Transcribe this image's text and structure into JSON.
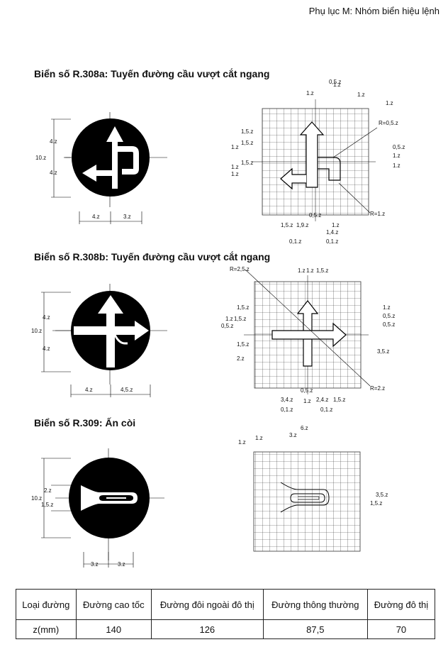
{
  "header": {
    "appendix": "Phụ lục M: Nhóm biển hiệu lệnh"
  },
  "sections": [
    {
      "title": "Biển số R.308a: Tuyến đường cầu vượt cắt ngang",
      "left_dims": {
        "total": "10.z",
        "upper": "4.z",
        "lower": "4.z",
        "bottom_left": "4.z",
        "bottom_right": "3.z"
      },
      "grid_top": [
        "1.z",
        "0,5.z",
        "1.z",
        "1.z"
      ],
      "grid_left": [
        "1,5.z",
        "1,5.z",
        "1.z",
        "1,5.z",
        "1.z",
        "1.z"
      ],
      "grid_right": [
        "1.z",
        "0,5.z",
        "1.z",
        "1.z"
      ],
      "grid_bottom": [
        "0,5.z",
        "1,5.z",
        "1,9.z",
        "1.z",
        "1,4.z",
        "0,1.z",
        "0,1.z"
      ],
      "radius_top": "R=0,5.z",
      "radius_bottom": "R=1.z"
    },
    {
      "title": "Biển số R.308b: Tuyến đường cầu vượt cắt ngang",
      "left_dims": {
        "total": "10.z",
        "upper": "4.z",
        "lower": "4.z",
        "bottom_left": "4.z",
        "bottom_right": "4,5.z"
      },
      "grid_top": [
        "1.z",
        "1.z",
        "1,5.z"
      ],
      "grid_left": [
        "1,5.z",
        "1.z",
        "1,5.z",
        "0,5.z",
        "1,5.z",
        "2.z"
      ],
      "grid_right": [
        "1.z",
        "0,5.z",
        "0,5.z",
        "3,5.z"
      ],
      "grid_bottom": [
        "0,5.z",
        "3,4.z",
        "1.z",
        "2,4.z",
        "1,5.z",
        "0,1.z",
        "0,1.z"
      ],
      "radius_top": "R=2,5.z",
      "radius_bottom": "R=2.z"
    },
    {
      "title": "Biển số R.309: Ấn còi",
      "left_dims": {
        "total": "10.z",
        "upper": "2.z",
        "lower": "1,5.z",
        "bottom_left": "3.z",
        "bottom_right": "3.z"
      },
      "grid_top": [
        "6.z",
        "3.z",
        "1.z",
        "1.z"
      ],
      "grid_right": [
        "3,5.z",
        "1,5.z"
      ]
    }
  ],
  "table": {
    "headers": [
      "Loại đường",
      "Đường cao tốc",
      "Đường đôi ngoài đô thị",
      "Đường thông thường",
      "Đường đô thị"
    ],
    "row": [
      "z(mm)",
      "140",
      "126",
      "87,5",
      "70"
    ]
  }
}
